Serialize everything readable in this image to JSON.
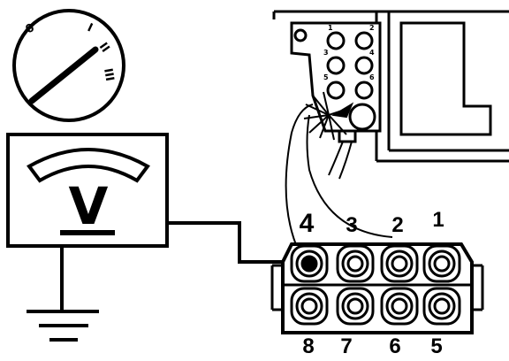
{
  "ignition_switch": {
    "positions": [
      "0",
      "I",
      "II",
      "III"
    ]
  },
  "voltmeter": {
    "symbol": "V"
  },
  "ecu_connector": {
    "small_labels": [
      "1",
      "2",
      "3",
      "4",
      "5",
      "6"
    ]
  },
  "connector": {
    "top_pins": [
      "4",
      "3",
      "2",
      "1"
    ],
    "bottom_pins": [
      "8",
      "7",
      "6",
      "5"
    ]
  },
  "colors": {
    "line": "#000000",
    "background": "#ffffff"
  }
}
